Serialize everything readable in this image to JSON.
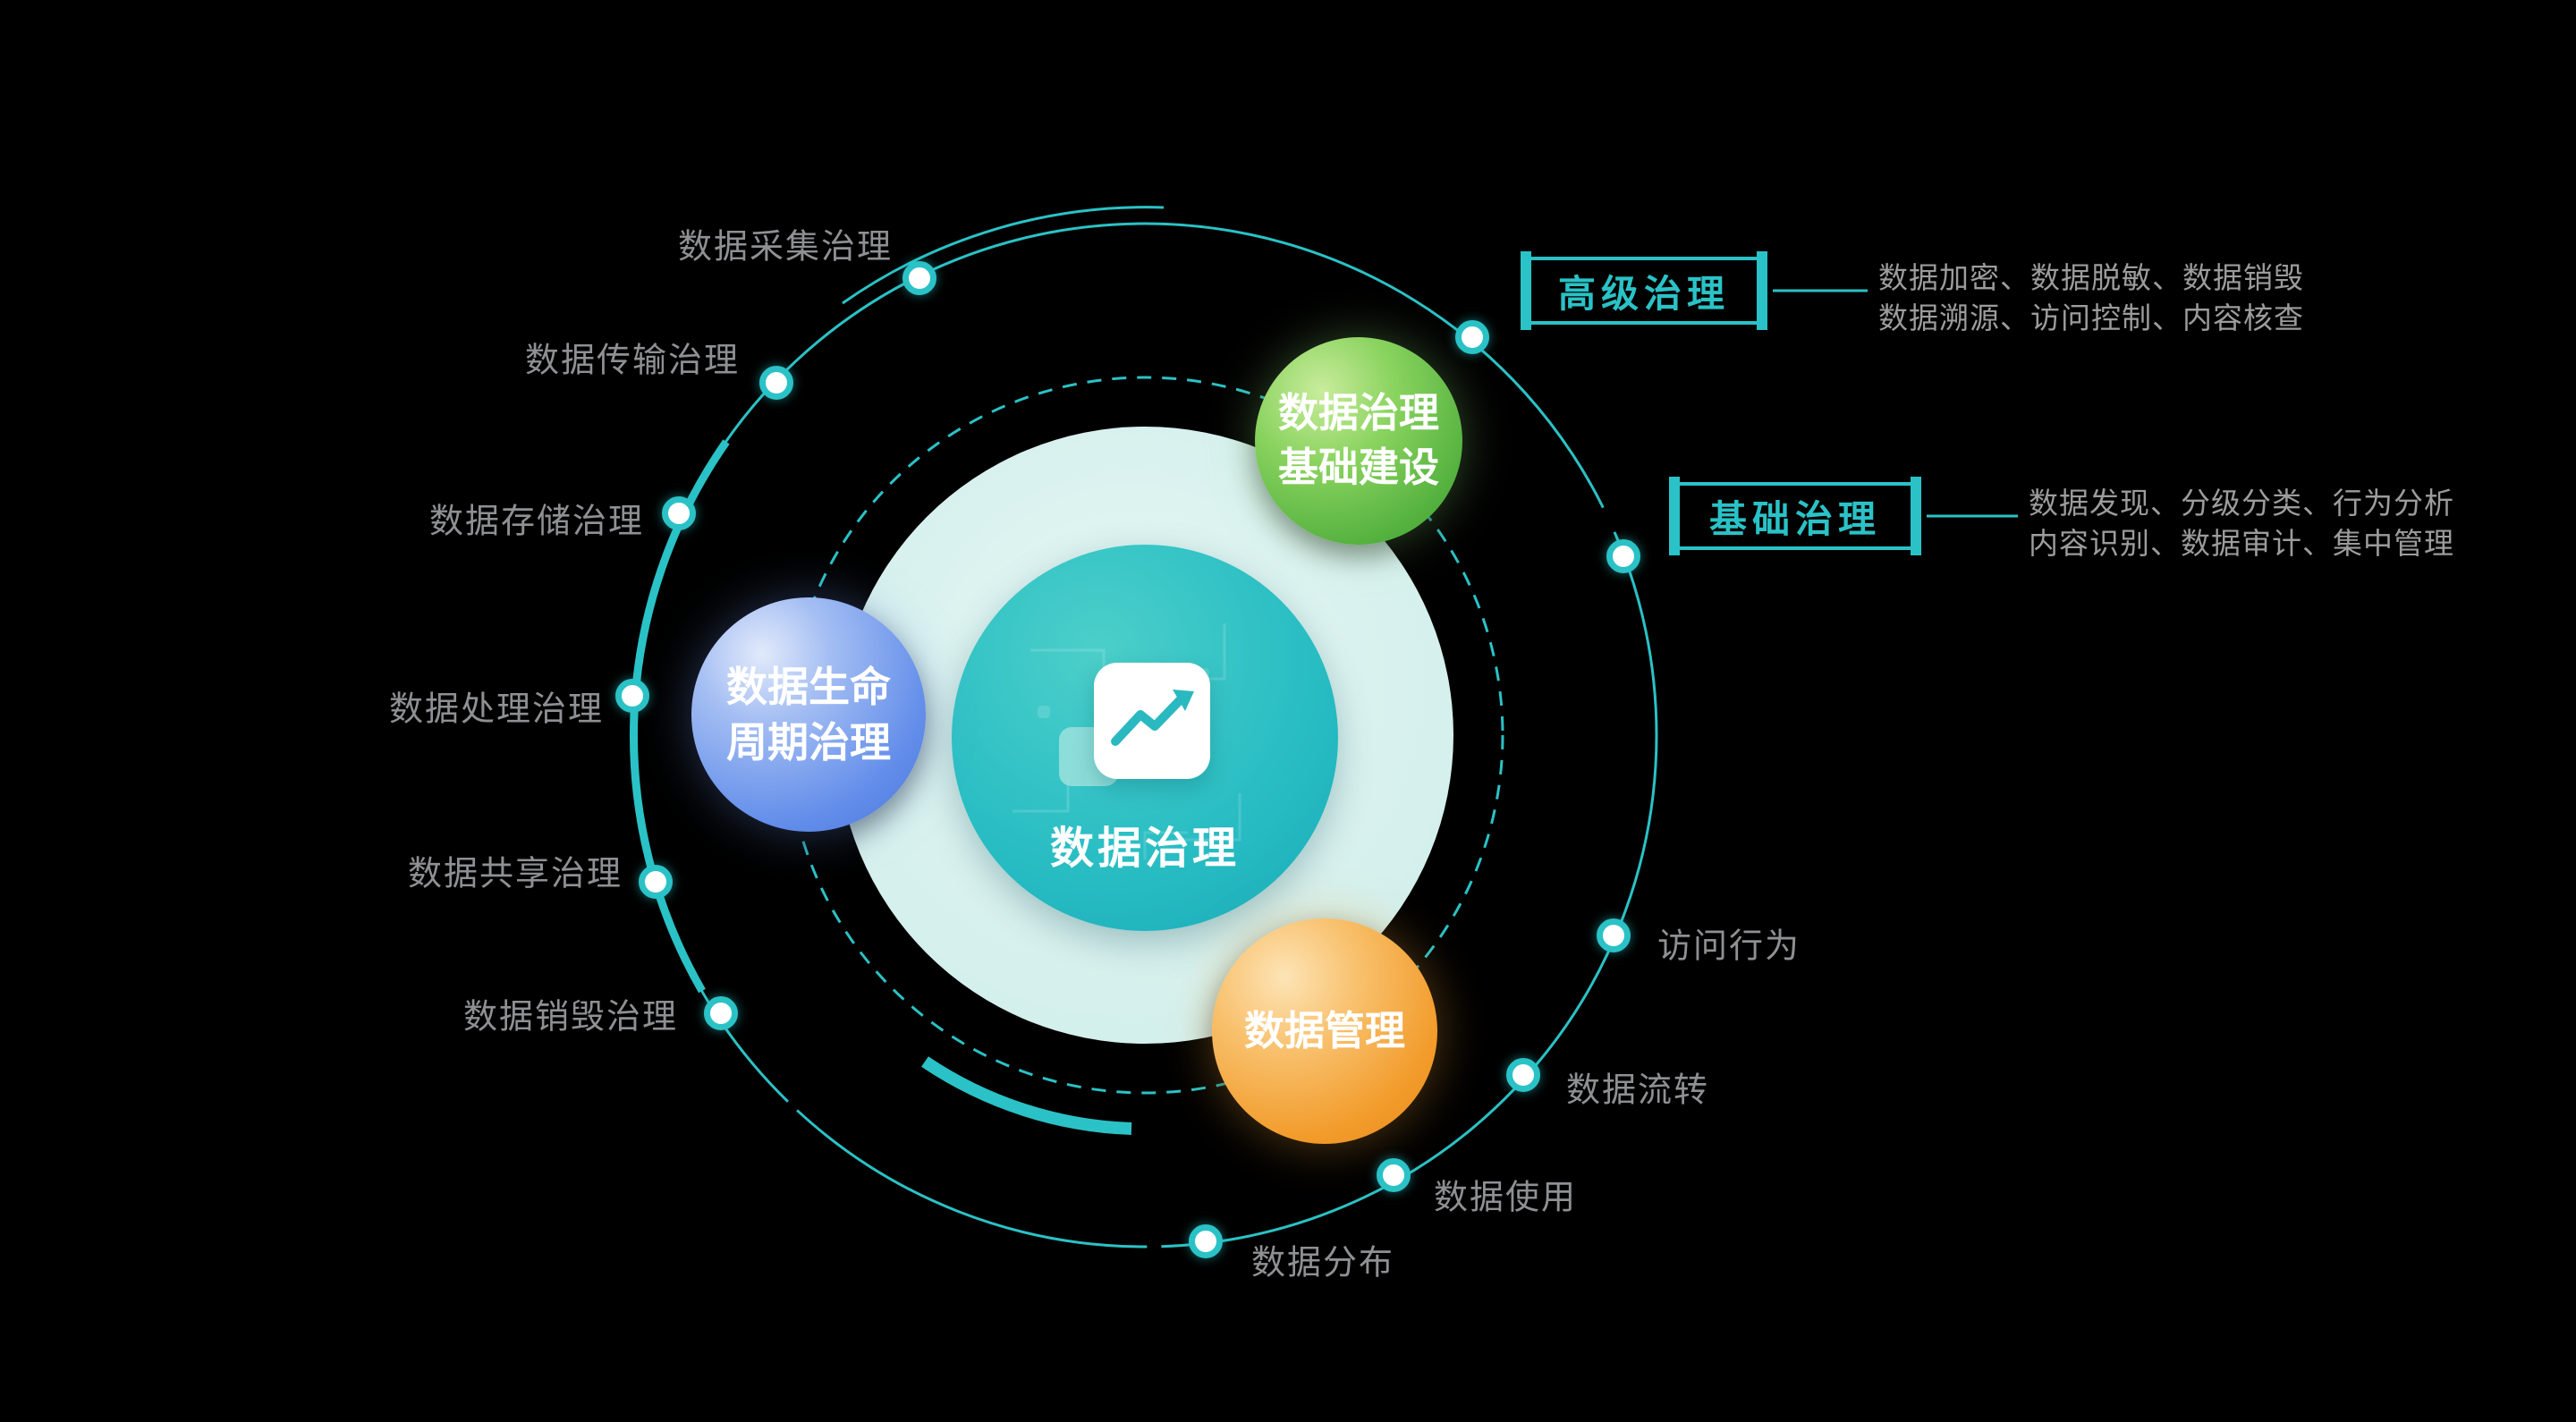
{
  "colors": {
    "background": "#000000",
    "ring_teal": "#2ac2c6",
    "mint": "#d8f1ee",
    "core_teal": "#2abec4",
    "green": "#55b23f",
    "blue": "#5b86e5",
    "orange": "#f29b2a",
    "label_gray": "#8f9093",
    "desc_gray": "#9c9c9c"
  },
  "center": {
    "label": "数据治理",
    "icon": "trend-chart-icon"
  },
  "satellites": {
    "green": {
      "lines": [
        "数据治理",
        "基础建设"
      ]
    },
    "blue": {
      "lines": [
        "数据生命",
        "周期治理"
      ]
    },
    "orange": {
      "lines": [
        "数据管理"
      ]
    }
  },
  "ring_labels": {
    "left": [
      "数据采集治理",
      "数据传输治理",
      "数据存储治理",
      "数据处理治理",
      "数据共享治理",
      "数据销毁治理"
    ],
    "right": [
      "访问行为",
      "数据流转",
      "数据使用",
      "数据分布"
    ]
  },
  "callouts": {
    "advanced": {
      "label": "高级治理",
      "desc": [
        "数据加密、数据脱敏、数据销毁",
        "数据溯源、访问控制、内容核查"
      ]
    },
    "basic": {
      "label": "基础治理",
      "desc": [
        "数据发现、分级分类、行为分析",
        "内容识别、数据审计、集中管理"
      ]
    }
  }
}
